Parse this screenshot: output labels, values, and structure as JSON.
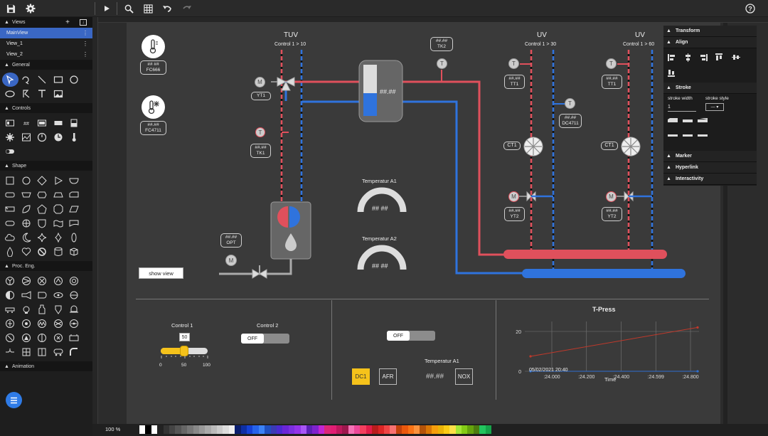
{
  "toolbar": {
    "icons": [
      "save-icon",
      "gear-icon",
      "play-icon",
      "zoom-icon",
      "grid-icon",
      "undo-icon",
      "redo-icon",
      "help-icon"
    ]
  },
  "sidebar": {
    "views_title": "Views",
    "views": [
      {
        "label": "MainView",
        "active": true
      },
      {
        "label": "View_1",
        "active": false
      },
      {
        "label": "View_2",
        "active": false
      }
    ],
    "sections": {
      "general": "General",
      "controls": "Controls",
      "shape": "Shape",
      "proc_eng": "Proc. Eng.",
      "animation": "Animation"
    }
  },
  "diagram": {
    "tuv_title": "TUV",
    "tuv_sub": "Control 1 > 10",
    "uv1_title": "UV",
    "uv1_sub": "Control 1 > 30",
    "uv2_title": "UV",
    "uv2_sub": "Control 1 > 60",
    "placeholder": "##.##",
    "placeholder_spaced": "## ##",
    "fc666": "FC666",
    "fc4711": "FC4711",
    "yt1": "YT1",
    "tk1": "TK1",
    "tk2": "TK2",
    "tt1": "TT1",
    "dc4711": "DC4711",
    "ct1": "CT1",
    "yt2": "YT2",
    "opt": "OPT",
    "temp_a1": "Temperatur A1",
    "temp_a2": "Temperatur A2",
    "show_view": "show view"
  },
  "controls": {
    "control1_label": "Control 1",
    "control1_value": "50",
    "slider_ticks": [
      "0",
      "50",
      "100"
    ],
    "slider_fraction": 0.5,
    "control2_label": "Control 2",
    "off_label": "OFF",
    "temp_a1": "Temperatur A1",
    "dc1": "DC1",
    "afr": "AFR",
    "nox": "NOX",
    "temp_value": "##.##"
  },
  "chart_data": {
    "type": "line",
    "title": "T-Press",
    "xlabel": "Time",
    "ylabel": "",
    "x_ticks": [
      ":24.000",
      ":24.200",
      ":24.400",
      ":24.599",
      ":24.800"
    ],
    "x_subtitle": "05/02/2021 20:40",
    "y_ticks": [
      0,
      20
    ],
    "ylim": [
      0,
      25
    ],
    "series": [
      {
        "color": "#c0392b",
        "points": [
          [
            0,
            7.5
          ],
          [
            1,
            22
          ]
        ]
      },
      {
        "color": "#2e6fd1",
        "points": [
          [
            0,
            0
          ],
          [
            1,
            0
          ]
        ]
      }
    ]
  },
  "properties": {
    "transform": "Transform",
    "align": "Align",
    "stroke": "Stroke",
    "stroke_width_label": "stroke width",
    "stroke_style_label": "stroke style",
    "stroke_width_value": "1",
    "marker": "Marker",
    "hyperlink": "Hyperlink",
    "interactivity": "Interactivity"
  },
  "status": {
    "zoom": "100 %"
  },
  "colors": {
    "hot": "#e0505c",
    "cold": "#2f73dd",
    "accent": "#3a67c4",
    "yellow": "#f5c21b"
  }
}
